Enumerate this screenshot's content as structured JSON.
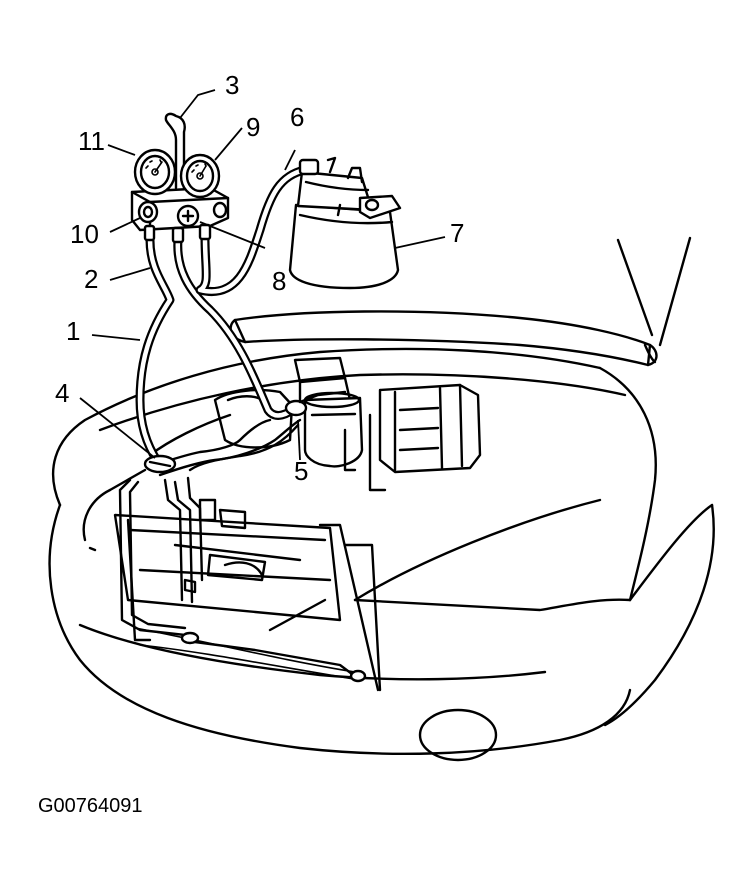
{
  "figure": {
    "id_label": "G00764091"
  },
  "callouts": [
    {
      "number": "1"
    },
    {
      "number": "2"
    },
    {
      "number": "3"
    },
    {
      "number": "4"
    },
    {
      "number": "5"
    },
    {
      "number": "6"
    },
    {
      "number": "7"
    },
    {
      "number": "8"
    },
    {
      "number": "9"
    },
    {
      "number": "10"
    },
    {
      "number": "11"
    }
  ]
}
